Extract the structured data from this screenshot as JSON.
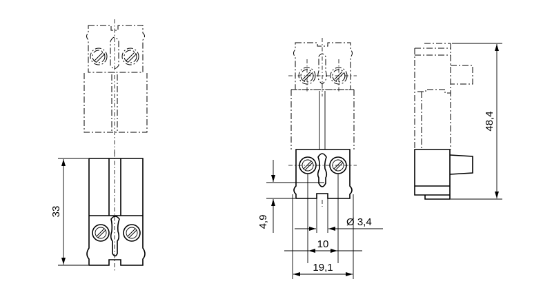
{
  "dimensions": {
    "height_left": "33",
    "offset": "4,9",
    "hole_diameter": "Ø 3,4",
    "pitch": "10",
    "width": "19,1",
    "height_side": "48,4"
  }
}
